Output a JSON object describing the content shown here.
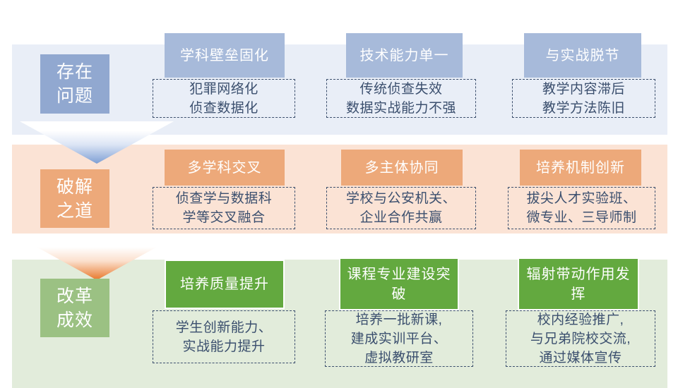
{
  "colors": {
    "band_problem": "#e9eef7",
    "band_solution": "#fbe3d5",
    "band_effect": "#e2ecdb",
    "label_problem": "#91a8d0",
    "label_solution": "#eda97a",
    "label_effect": "#9bc183",
    "head_problem": "#a7bada",
    "head_solution": "#eda97a",
    "head_effect": "#63a93f",
    "body_text": "#3b4f6e",
    "head_text": "#ffffff"
  },
  "rows": [
    {
      "key": "problem",
      "label_lines": [
        "存在",
        "问题"
      ],
      "cards": [
        {
          "head": "学科壁垒固化",
          "body_lines": [
            "犯罪网络化",
            "侦查数据化"
          ]
        },
        {
          "head": "技术能力单一",
          "body_lines": [
            "传统侦查失效",
            "数据实战能力不强"
          ]
        },
        {
          "head": "与实战脱节",
          "body_lines": [
            "教学内容滞后",
            "教学方法陈旧"
          ]
        }
      ]
    },
    {
      "key": "solution",
      "label_lines": [
        "破解",
        "之道"
      ],
      "cards": [
        {
          "head": "多学科交叉",
          "body_lines": [
            "侦查学与数据科",
            "学等交叉融合"
          ]
        },
        {
          "head": "多主体协同",
          "body_lines": [
            "学校与公安机关、",
            "企业合作共赢"
          ]
        },
        {
          "head": "培养机制创新",
          "body_lines": [
            "拔尖人才实验班、",
            "微专业、三导师制"
          ]
        }
      ]
    },
    {
      "key": "effect",
      "label_lines": [
        "改革",
        "成效"
      ],
      "cards": [
        {
          "head": "培养质量提升",
          "body_lines": [
            "学生创新能力、",
            "实战能力提升"
          ]
        },
        {
          "head": "课程专业建设突破",
          "body_lines": [
            "培养一批新课,",
            "建成实训平台、",
            "虚拟教研室"
          ]
        },
        {
          "head": "辐射带动作用发挥",
          "body_lines": [
            "校内经验推广,",
            "与兄弟院校交流,",
            "通过媒体宣传"
          ]
        }
      ]
    }
  ],
  "connectors": [
    {
      "name": "funnel-problem-to-solution",
      "from": "problem",
      "to": "solution",
      "shape": "down-triangle",
      "color": "#7e9fd4"
    },
    {
      "name": "funnel-solution-to-effect",
      "from": "solution",
      "to": "effect",
      "shape": "down-triangle",
      "color": "#e8772a"
    }
  ]
}
